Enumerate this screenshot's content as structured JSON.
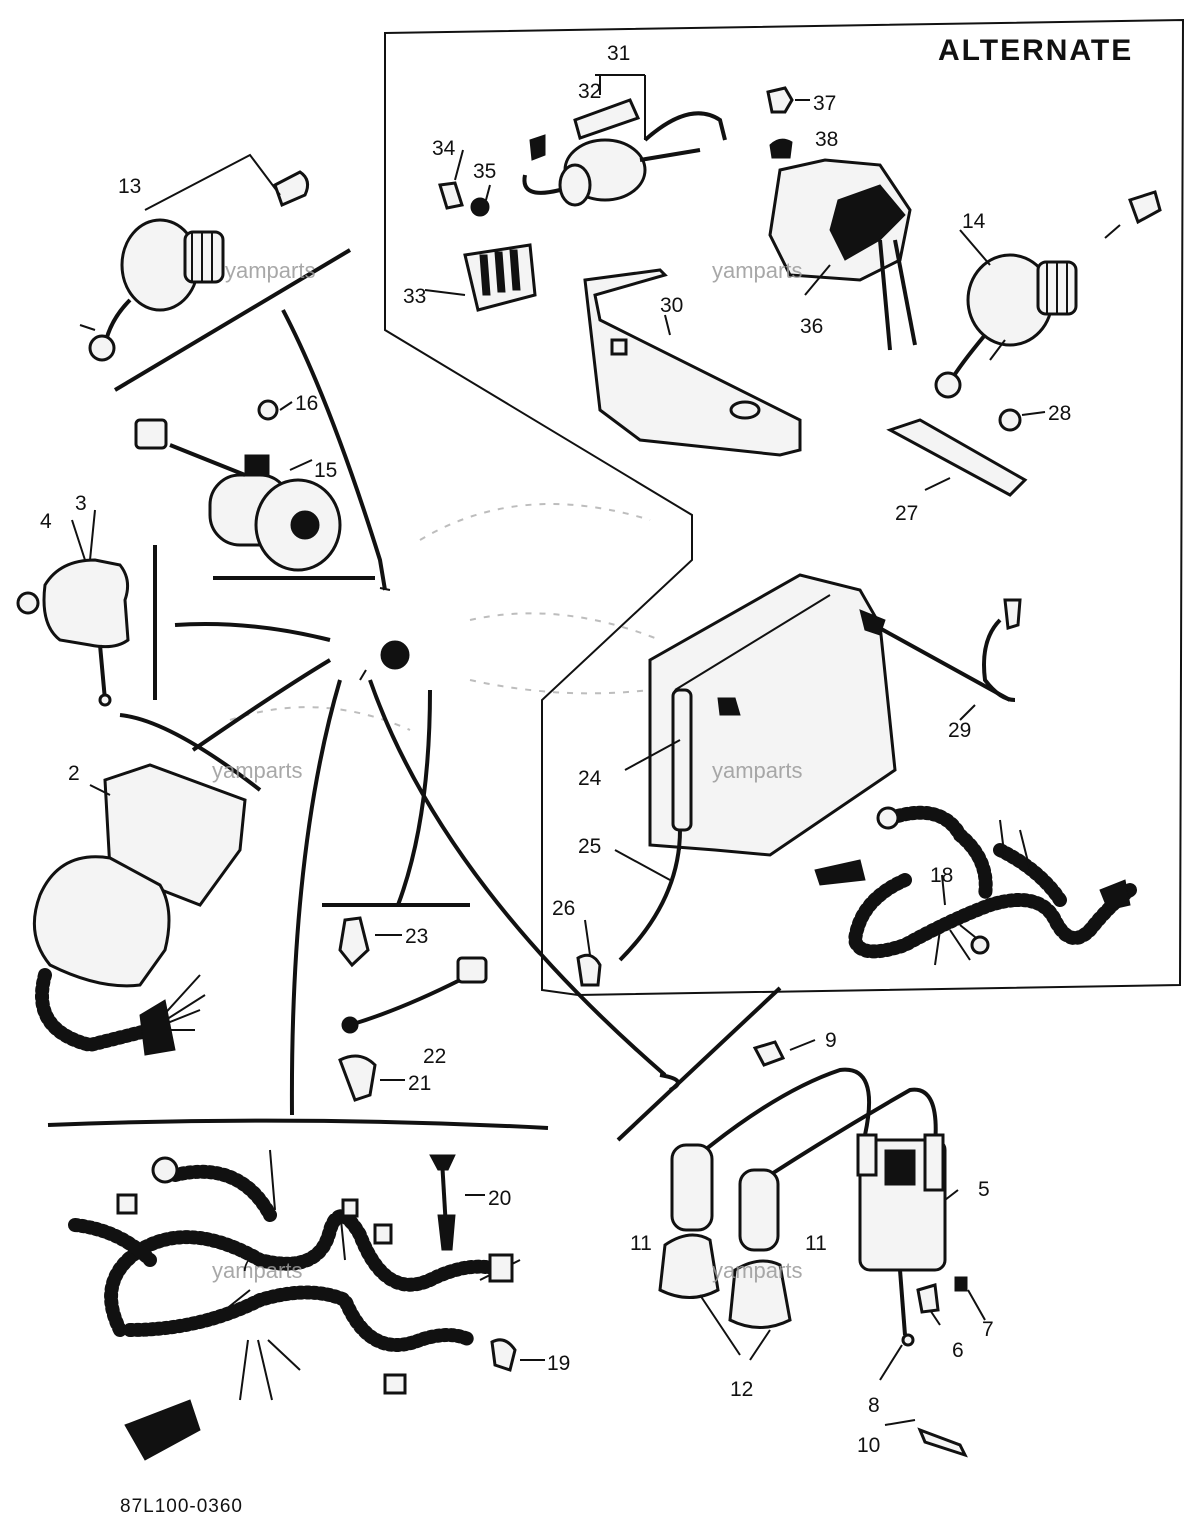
{
  "title": "ALTERNATE",
  "drawing_code": "87L100-0360",
  "watermark": "yamparts",
  "callouts": {
    "c2": "2",
    "c3": "3",
    "c4": "4",
    "c5": "5",
    "c6": "6",
    "c7": "7",
    "c7b": "7",
    "c8": "8",
    "c9": "9",
    "c10": "10",
    "c11a": "11",
    "c11b": "11",
    "c12": "12",
    "c13": "13",
    "c14": "14",
    "c15": "15",
    "c16": "16",
    "c18": "18",
    "c19": "19",
    "c20": "20",
    "c21": "21",
    "c22": "22",
    "c23": "23",
    "c24": "24",
    "c25": "25",
    "c26": "26",
    "c27": "27",
    "c28": "28",
    "c29": "29",
    "c30": "30",
    "c31": "31",
    "c32": "32",
    "c33": "33",
    "c34": "34",
    "c35": "35",
    "c36": "36",
    "c37": "37",
    "c38": "38"
  }
}
